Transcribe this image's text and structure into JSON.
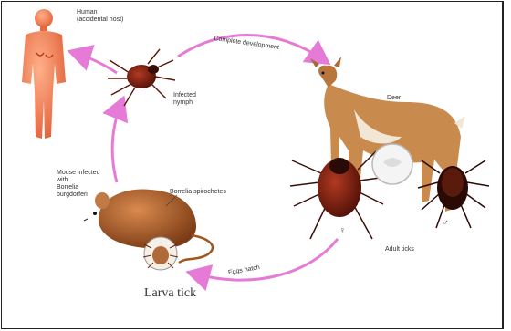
{
  "labels": {
    "human": "Human\n(accidental host)",
    "complete_development": "Complete development",
    "infected_nymph": "Infected\nnymph",
    "deer": "Deer",
    "mouse": "Mouse infected\nwith\nBorrelia\nburgdorferi",
    "borrelia": "Borrelia spirochetes",
    "adult_ticks": "Adult ticks",
    "female_symbol": "♀",
    "male_symbol": "♂",
    "eggs_hatch": "Eggs hatch",
    "larva": "Larva tick"
  },
  "colors": {
    "arrow": "#e57bd6",
    "human_skin": "#f07a4a",
    "deer_coat": "#c98a4e",
    "mouse_fur": "#b5622a",
    "tick_body": "#7a1c10",
    "tick_shield": "#3a0e08"
  }
}
